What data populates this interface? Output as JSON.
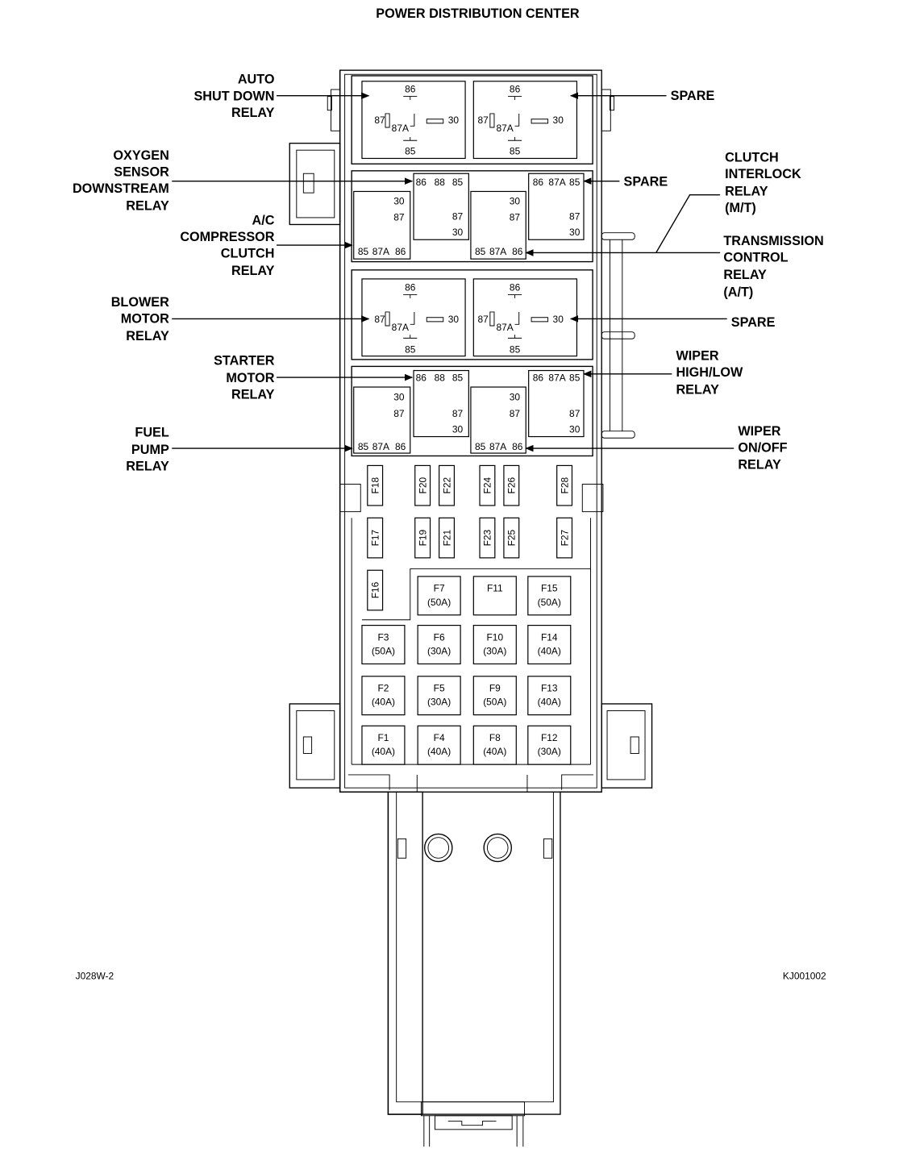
{
  "title": "POWER DISTRIBUTION CENTER",
  "footer": {
    "left_code": "J028W-2",
    "right_code": "KJ001002"
  },
  "callouts": {
    "auto_shut_down": [
      "AUTO",
      "SHUT DOWN",
      "RELAY"
    ],
    "spare_top": [
      "SPARE"
    ],
    "oxygen_sensor": [
      "OXYGEN",
      "SENSOR",
      "DOWNSTREAM",
      "RELAY"
    ],
    "spare_mid": [
      "SPARE"
    ],
    "clutch_interlock": [
      "CLUTCH",
      "INTERLOCK",
      "RELAY",
      "(M/T)"
    ],
    "ac_compressor": [
      "A/C",
      "COMPRESSOR",
      "CLUTCH",
      "RELAY"
    ],
    "transmission_control": [
      "TRANSMISSION",
      "CONTROL",
      "RELAY",
      "(A/T)"
    ],
    "blower_motor": [
      "BLOWER",
      "MOTOR",
      "RELAY"
    ],
    "spare_blower": [
      "SPARE"
    ],
    "starter_motor": [
      "STARTER",
      "MOTOR",
      "RELAY"
    ],
    "wiper_high_low": [
      "WIPER",
      "HIGH/LOW",
      "RELAY"
    ],
    "fuel_pump": [
      "FUEL",
      "PUMP",
      "RELAY"
    ],
    "wiper_on_off": [
      "WIPER",
      "ON/OFF",
      "RELAY"
    ]
  },
  "pins": {
    "p86": "86",
    "p85": "85",
    "p87": "87",
    "p87a": "87A",
    "p30": "30",
    "p88": "88"
  },
  "small_fuses": {
    "row_top": [
      "F18",
      "F20",
      "F22",
      "F24",
      "F26",
      "F28"
    ],
    "row_bottom": [
      "F17",
      "F19",
      "F21",
      "F23",
      "F25",
      "F27"
    ],
    "side": "F16"
  },
  "maxi_fuses": {
    "row1": [
      {
        "name": "F7",
        "rating": "(50A)"
      },
      {
        "name": "F11",
        "rating": ""
      },
      {
        "name": "F15",
        "rating": "(50A)"
      }
    ],
    "row2": [
      {
        "name": "F3",
        "rating": "(50A)"
      },
      {
        "name": "F6",
        "rating": "(30A)"
      },
      {
        "name": "F10",
        "rating": "(30A)"
      },
      {
        "name": "F14",
        "rating": "(40A)"
      }
    ],
    "row3": [
      {
        "name": "F2",
        "rating": "(40A)"
      },
      {
        "name": "F5",
        "rating": "(30A)"
      },
      {
        "name": "F9",
        "rating": "(50A)"
      },
      {
        "name": "F13",
        "rating": "(40A)"
      }
    ],
    "row4": [
      {
        "name": "F1",
        "rating": "(40A)"
      },
      {
        "name": "F4",
        "rating": "(40A)"
      },
      {
        "name": "F8",
        "rating": "(40A)"
      },
      {
        "name": "F12",
        "rating": "(30A)"
      }
    ]
  }
}
